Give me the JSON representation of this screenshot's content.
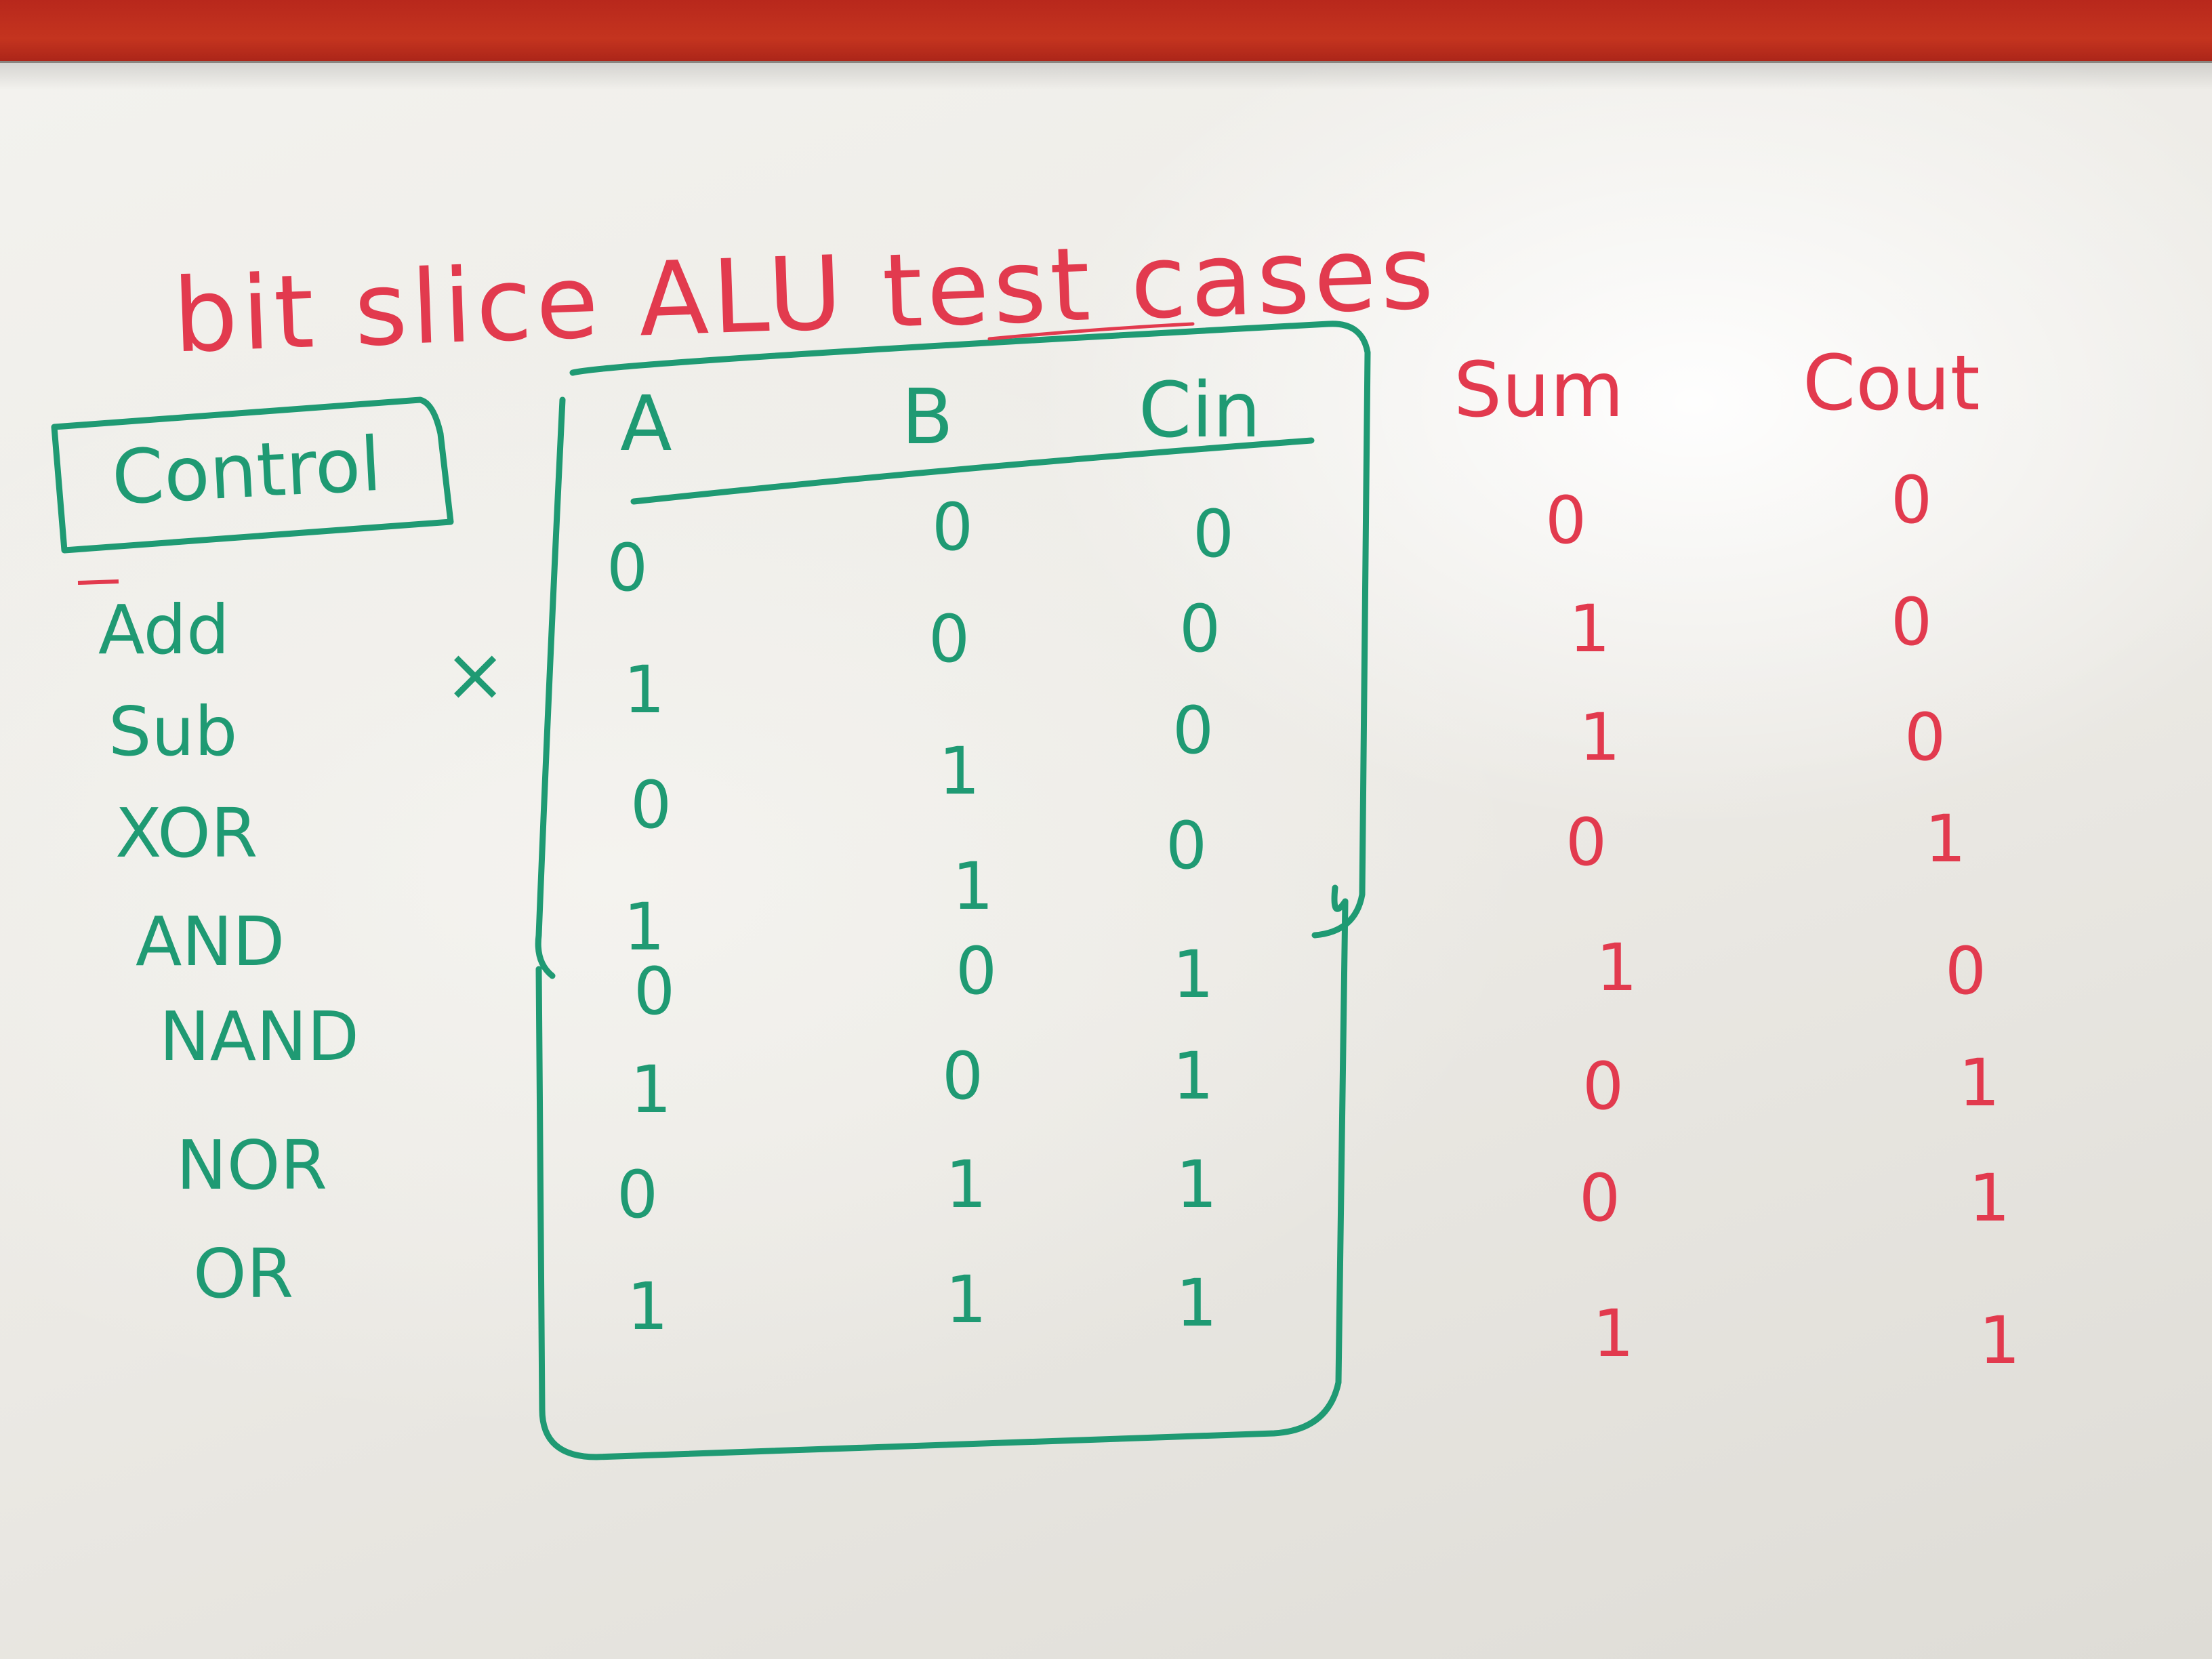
{
  "title": "bit slice ALU test cases",
  "control": {
    "label": "Control",
    "operations": [
      "Add",
      "Sub",
      "XOR",
      "AND",
      "NAND",
      "NOR",
      "OR"
    ]
  },
  "mark": "×",
  "table": {
    "headers": [
      "A",
      "B",
      "Cin",
      "Sum",
      "Cout"
    ],
    "rows": [
      [
        "0",
        "0",
        "0",
        "0",
        "0"
      ],
      [
        "1",
        "0",
        "0",
        "1",
        "0"
      ],
      [
        "0",
        "1",
        "0",
        "1",
        "0"
      ],
      [
        "1",
        "1",
        "0",
        "0",
        "1"
      ],
      [
        "0",
        "0",
        "1",
        "1",
        "0"
      ],
      [
        "1",
        "0",
        "1",
        "0",
        "1"
      ],
      [
        "0",
        "1",
        "1",
        "0",
        "1"
      ],
      [
        "1",
        "1",
        "1",
        "1",
        "1"
      ]
    ]
  },
  "colors": {
    "red_marker": "#e23a4e",
    "green_marker": "#1f9a73",
    "board": "#efeee9",
    "frame": "#c4341f"
  }
}
